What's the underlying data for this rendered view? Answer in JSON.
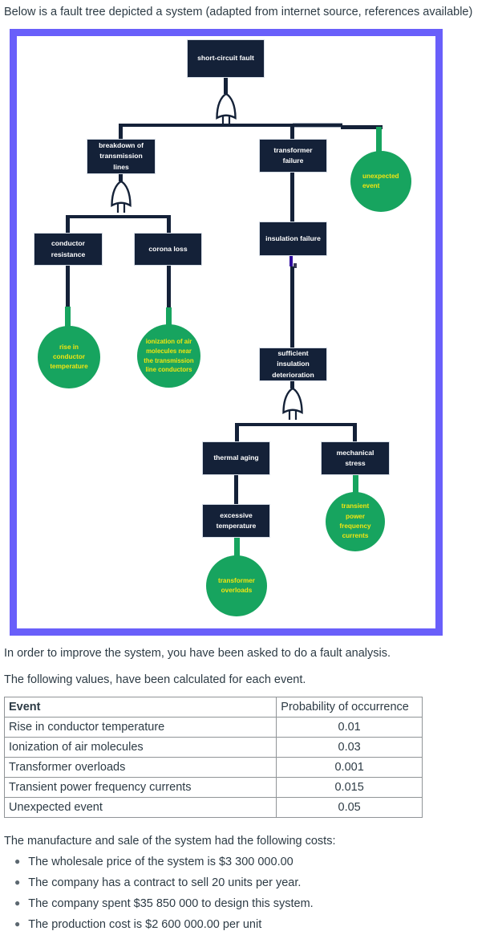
{
  "intro": "Below is a fault tree depicted a system (adapted from internet source, references available)",
  "tree": {
    "short_circuit_fault": "short-circuit fault",
    "breakdown": "breakdown of transmission lines",
    "transformer_failure": "transformer failure",
    "unexpected_event": "unexpected event",
    "conductor_resistance": "conductor resistance",
    "corona_loss": "corona loss",
    "insulation_failure": "insulation failure",
    "rise_in_conductor_temperature": "rise in conductor temperature",
    "ionization": "ionization of air molecules near the transmission line conductors",
    "sufficient_insulation_deterioration": "sufficient insulation deterioration",
    "thermal_aging": "thermal aging",
    "mechanical_stress": "mechanical stress",
    "excessive_temperature": "excessive temperature",
    "transformer_overloads": "transformer overloads",
    "transient_currents": "transient power frequency currents"
  },
  "analysis": {
    "p1": "In order to improve the system, you have been asked to do a fault analysis.",
    "p2": "The following values, have been calculated for each event."
  },
  "table": {
    "headers": [
      "Event",
      "Probability of occurrence"
    ],
    "rows": [
      [
        "Rise in conductor temperature",
        "0.01"
      ],
      [
        "Ionization of air molecules",
        "0.03"
      ],
      [
        "Transformer overloads",
        "0.001"
      ],
      [
        "Transient power frequency currents",
        "0.015"
      ],
      [
        "Unexpected event",
        "0.05"
      ]
    ]
  },
  "costs": {
    "intro": "The manufacture and sale of the system had the following costs:",
    "bullets": [
      "The wholesale price of the system is $3 300 000.00",
      "The company has a contract to sell 20 units per year.",
      "The company spent $35 850 000 to design this system.",
      "The production cost is $2 600 000.00 per unit"
    ]
  },
  "colors": {
    "frame_purple": "#695ffa",
    "node_navy": "#142138",
    "event_green": "#17a45f",
    "event_text_yellow": "#f2e511",
    "body_text": "#2d3b45"
  }
}
